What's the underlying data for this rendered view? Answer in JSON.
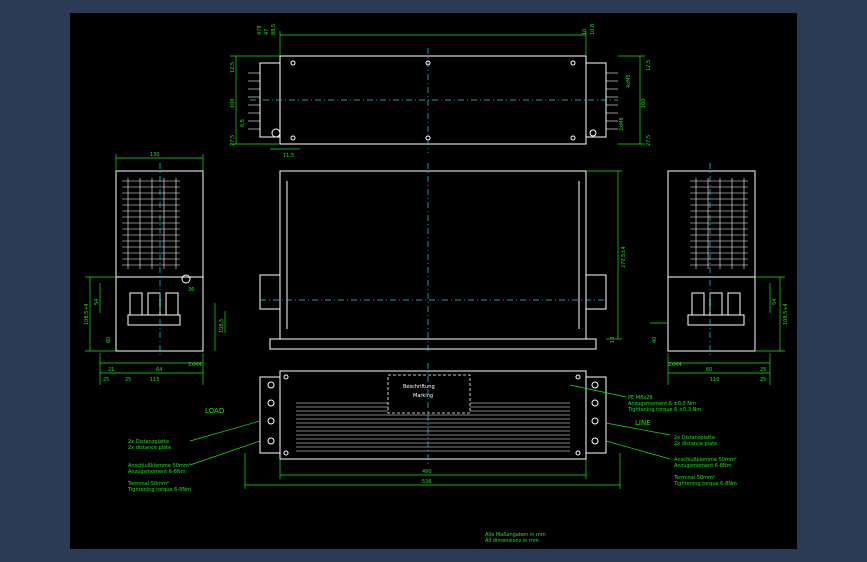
{
  "colors": {
    "background": "#2b3a55",
    "sheet": "#000000",
    "outline": "#ffffff",
    "dimension": "#19e619",
    "centerline": "#19d6e6"
  },
  "top_view": {
    "dims_top": [
      "478",
      "47",
      "88,5",
      "10",
      "10,8"
    ],
    "dims_left": [
      "12,5",
      "100",
      "6,5",
      "27,5"
    ],
    "dims_right": [
      "12,5",
      "4xM5",
      "100",
      "2xM8",
      "27,5"
    ],
    "dim_bottom": "11,5"
  },
  "left_view": {
    "width": "130",
    "dims_left": [
      "54",
      "108,5+4",
      "60"
    ],
    "dims_right": [
      "36",
      "108,5"
    ],
    "dims_bottom": [
      "21",
      "64",
      "25",
      "25",
      "115"
    ],
    "terminal": "2xM4"
  },
  "front_view": {
    "height": "270,5±4",
    "side": "13"
  },
  "right_view": {
    "dims_right": [
      "54",
      "108,5+4"
    ],
    "dims_left": [
      "40"
    ],
    "dims_bottom": [
      "60",
      "25",
      "110",
      "25"
    ],
    "terminal": "2xM4"
  },
  "bottom_view": {
    "label_box": [
      "Beschriftung",
      "Marking"
    ],
    "load_label": "LOAD",
    "line_label": "LINE",
    "dim_inner": "490",
    "dim_outer": "536",
    "pe_note": [
      "PE M8x29",
      "Anzugsmoment 6 ±0,3 Nm",
      "Tightening torque 6 ±0,3 Nm"
    ],
    "left_notes": [
      "2x Distanzplatte",
      "2x distance plate",
      "Anschlußklemme 50mm²",
      "Anzugsmoment 6-8Nm",
      "Terminal 50mm²",
      "Tightening torque 6-8Nm"
    ],
    "right_notes": [
      "2x Distanzplatte",
      "2x distance plate",
      "Anschlußklemme 50mm²",
      "Anzugsmoment 6-8Nm",
      "Terminal 50mm²",
      "Tightening torque 6-8Nm"
    ]
  },
  "footer": [
    "Alle Maßangaben in mm",
    "All dimensions in mm"
  ]
}
